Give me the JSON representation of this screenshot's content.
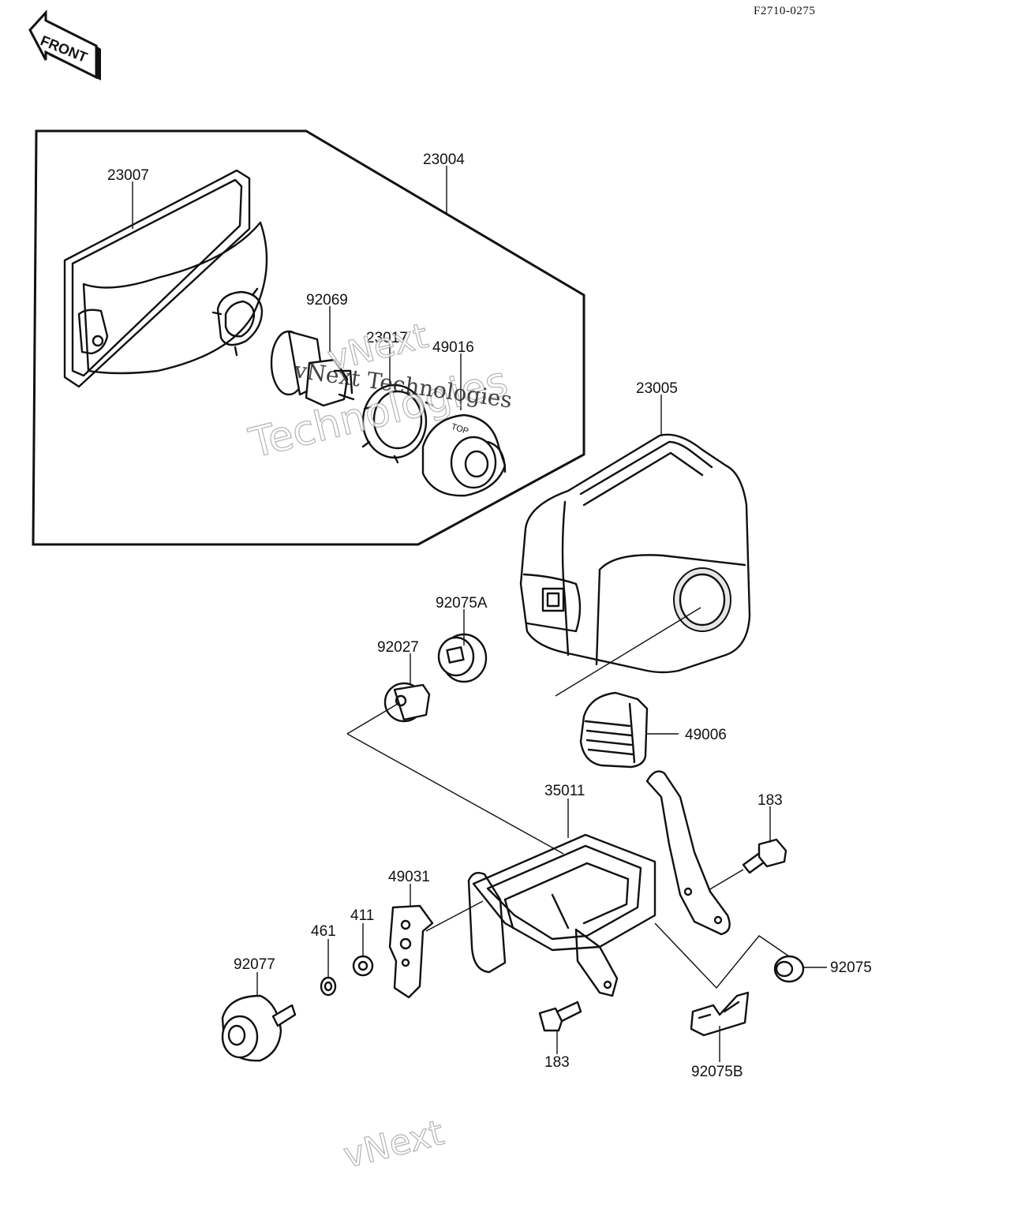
{
  "figure_code": "F2710-0275",
  "front_badge": "FRONT",
  "watermark": {
    "line1": "vNext",
    "line2": "Technologies",
    "inline_text": "vNext Technologies",
    "bottom_text": "vNext"
  },
  "callouts": {
    "c23004": "23004",
    "c23007": "23007",
    "c92069": "92069",
    "c23017": "23017",
    "c49016": "49016",
    "c23005": "23005",
    "c92075A": "92075A",
    "c92027": "92027",
    "c49006": "49006",
    "c35011": "35011",
    "c183a": "183",
    "c49031": "49031",
    "c461": "461",
    "c411": "411",
    "c92077": "92077",
    "c92075": "92075",
    "c183b": "183",
    "c92075B": "92075B"
  },
  "top_mark": "TOP"
}
